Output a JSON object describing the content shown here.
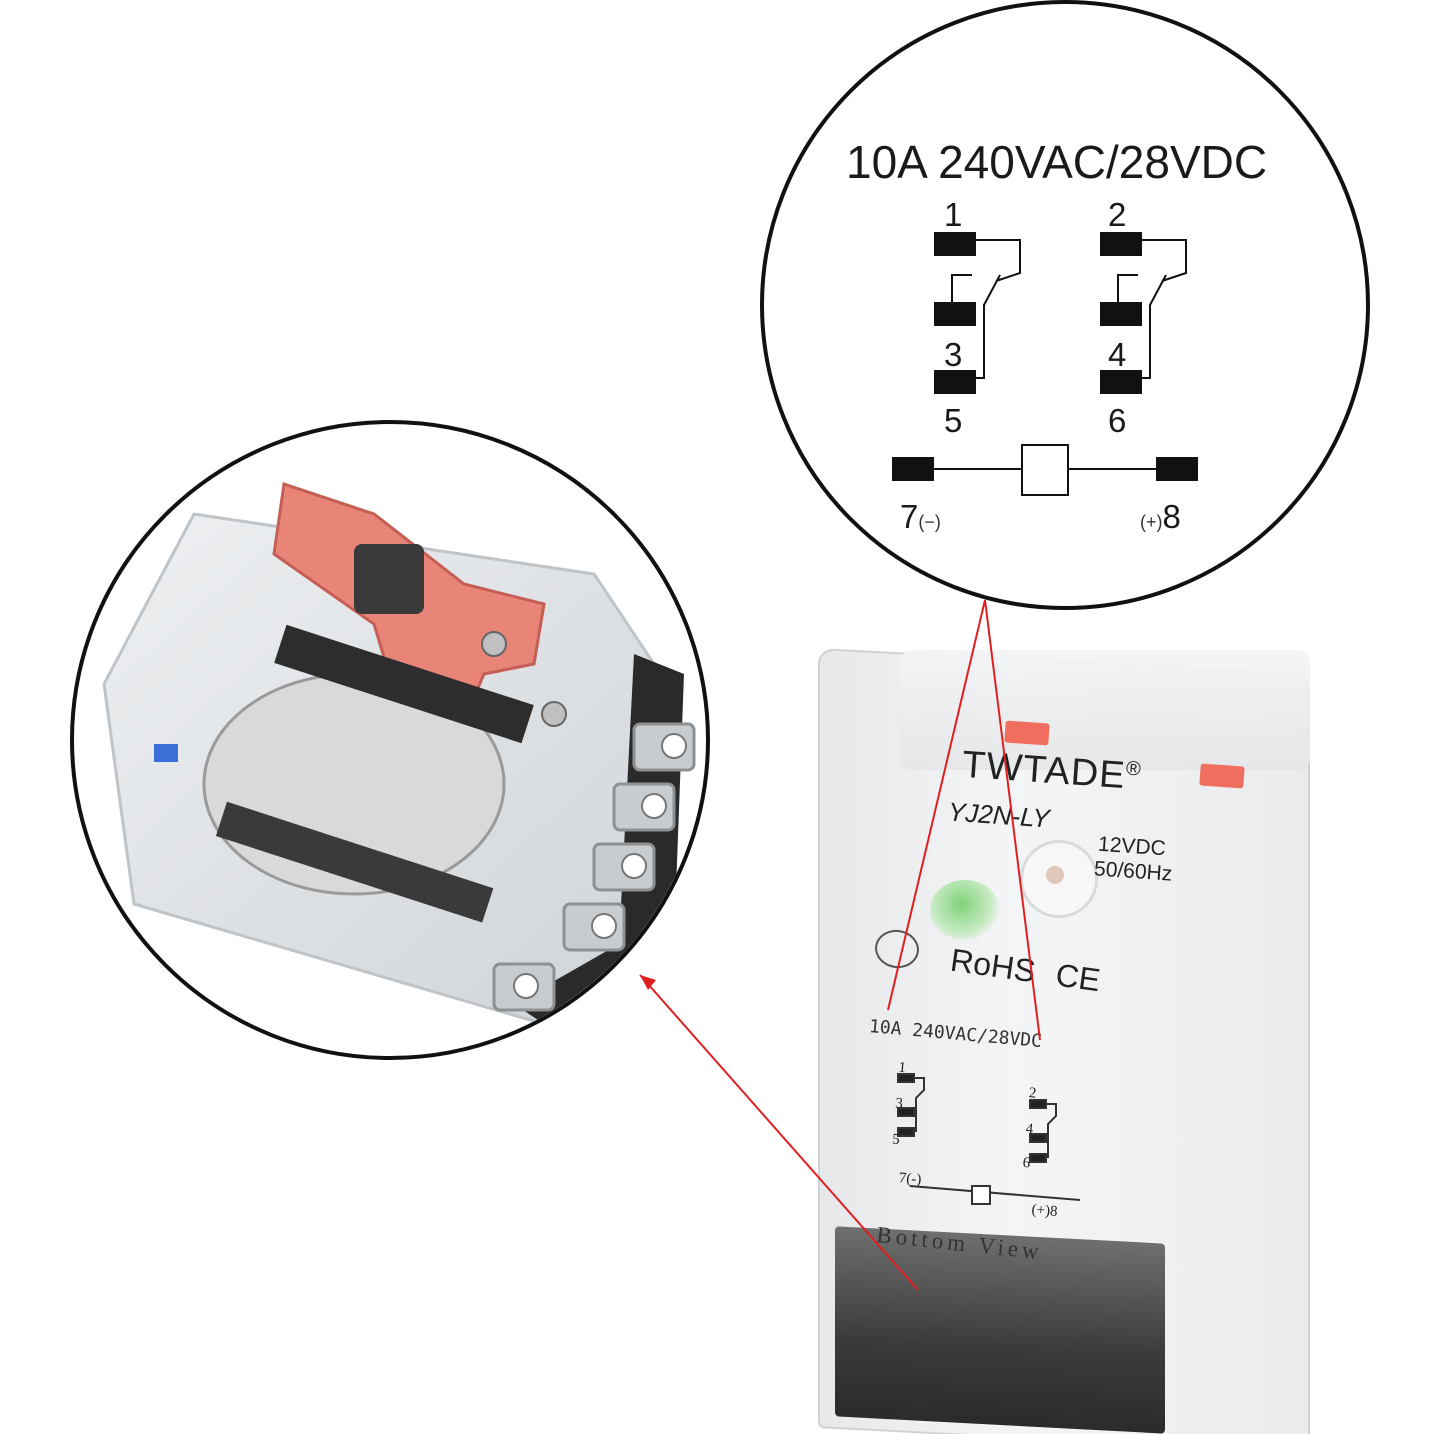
{
  "diagram": {
    "rating": "10A 240VAC/28VDC",
    "pins": {
      "p1": "1",
      "p2": "2",
      "p3": "3",
      "p4": "4",
      "p5": "5",
      "p6": "6",
      "p7": "7",
      "p8": "8",
      "minus": "(−)",
      "plus": "(+)"
    }
  },
  "relay": {
    "brand": "TWTADE",
    "registered": "®",
    "model": "YJ2N-LY",
    "voltage": "12VDC",
    "frequency": "50/60Hz",
    "rohs": "RoHS",
    "ce": "CE",
    "rating": "10A 240VAC/28VDC",
    "bottom_view": "Bottom View",
    "mini_pins": {
      "p1": "1",
      "p2": "2",
      "p3": "3",
      "p4": "4",
      "p5": "5",
      "p6": "6",
      "p7": "7(-)",
      "p8": "(+)8"
    }
  },
  "colors": {
    "callout_line": "#e01f1f",
    "circle_border": "#111111",
    "red_tab": "#ef6e5e",
    "base": "#2b2b2b"
  }
}
